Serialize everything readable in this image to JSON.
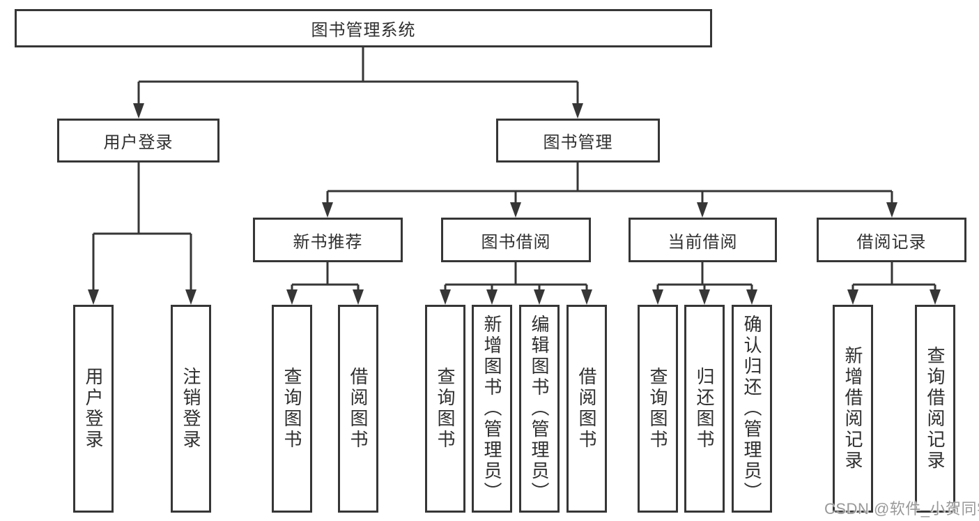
{
  "diagram": {
    "root": {
      "label": "图书管理系统"
    },
    "level2": {
      "user_login": {
        "label": "用户登录"
      },
      "book_mgmt": {
        "label": "图书管理"
      }
    },
    "level3": {
      "new_books": {
        "label": "新书推荐"
      },
      "book_borrow": {
        "label": "图书借阅"
      },
      "current_borrow": {
        "label": "当前借阅"
      },
      "borrow_history": {
        "label": "借阅记录"
      }
    },
    "leaves": {
      "user_login_leaf": {
        "label": "用户登录"
      },
      "logout_leaf": {
        "label": "注销登录"
      },
      "nb_query_books": {
        "label": "查询图书"
      },
      "nb_borrow_books": {
        "label": "借阅图书"
      },
      "bb_query_books": {
        "label": "查询图书"
      },
      "bb_add_books": {
        "label": "新增图书（管理员）"
      },
      "bb_edit_books": {
        "label": "编辑图书（管理员）"
      },
      "bb_borrow_books": {
        "label": "借阅图书"
      },
      "cb_query_books": {
        "label": "查询图书"
      },
      "cb_return_books": {
        "label": "归还图书"
      },
      "cb_confirm_return": {
        "label": "确认归还（管理员）"
      },
      "bh_add_record": {
        "label": "新增借阅记录"
      },
      "bh_query_record": {
        "label": "查询借阅记录"
      }
    }
  },
  "watermark": {
    "text": "CSDN @软件_小贺同学"
  },
  "colors": {
    "line": "#363636",
    "text": "#2f2f2f",
    "watermark": "#999999",
    "background": "#ffffff"
  }
}
